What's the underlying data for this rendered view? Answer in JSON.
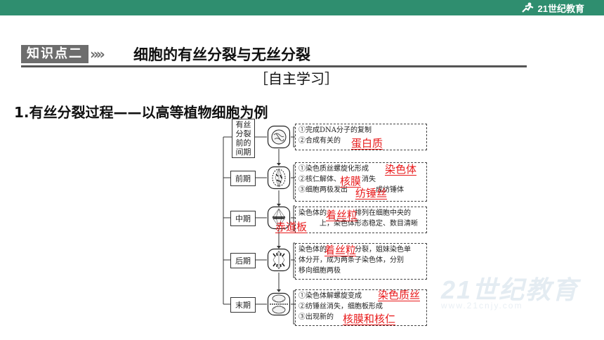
{
  "header": {
    "logo_text": "21世纪教育"
  },
  "heading": {
    "tag": "知识点二",
    "title": "细胞的有丝分裂与无丝分裂"
  },
  "subtitle": "［自主学习］",
  "section": {
    "title": "1.有丝分裂过程——以高等植物细胞为例"
  },
  "stages": [
    {
      "name": "有丝分裂前的间期",
      "lines": [
        "①完成DNA分子的复制",
        "②合成有关的"
      ],
      "answers": [
        "蛋白质"
      ]
    },
    {
      "name": "前期",
      "lines": [
        "①染色质丝螺旋化形成",
        "②核仁解体、",
        "消失",
        "③细胞两极发出",
        "成纺锤体"
      ],
      "answers": [
        "染色体",
        "核膜",
        "纺锤丝"
      ]
    },
    {
      "name": "中期",
      "lines": [
        "染色体的",
        "排列在细胞中央的",
        "上，染色体形态稳定、数目清晰"
      ],
      "answers": [
        "着丝粒",
        "赤道板"
      ]
    },
    {
      "name": "后期",
      "lines": [
        "染色体的",
        "分裂，姐妹染色单",
        "体分开，成为两条子染色体，分别",
        "移向细胞两极"
      ],
      "answers": [
        "着丝粒"
      ]
    },
    {
      "name": "末期",
      "lines": [
        "①染色体解螺旋变成",
        "②纺锤丝消失，细胞板形成",
        "③出现新的"
      ],
      "answers": [
        "染色质丝",
        "核膜和核仁"
      ]
    }
  ],
  "watermark": {
    "text": "21世纪教育",
    "url": "www.21cnjy.com"
  },
  "colors": {
    "topbar": "#2f8e6f",
    "answer": "#e8191a",
    "tag": "#6d6d6d"
  }
}
